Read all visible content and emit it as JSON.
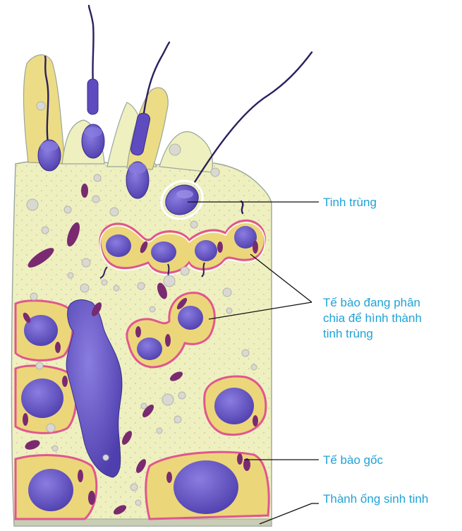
{
  "colors": {
    "label_text": "#1fa3d8",
    "cytoplasm": "#eef0bf",
    "cell_fill": "#ecd67a",
    "cell_border": "#e0568f",
    "nucleus": "#5d4bbf",
    "nucleus_light": "#7d6fd8",
    "organelle": "#7a2a70",
    "vesicle": "#d9d9d2",
    "leader_line": "#111111",
    "wall": "#9aa69a"
  },
  "labels": {
    "sperm": "Tinh trùng",
    "dividing_cells": "Tế bào đang phân\nchia để hình thành\ntinh trùng",
    "stem_cell": "Tế bào gốc",
    "tubule_wall": "Thành ống sinh tinh"
  }
}
